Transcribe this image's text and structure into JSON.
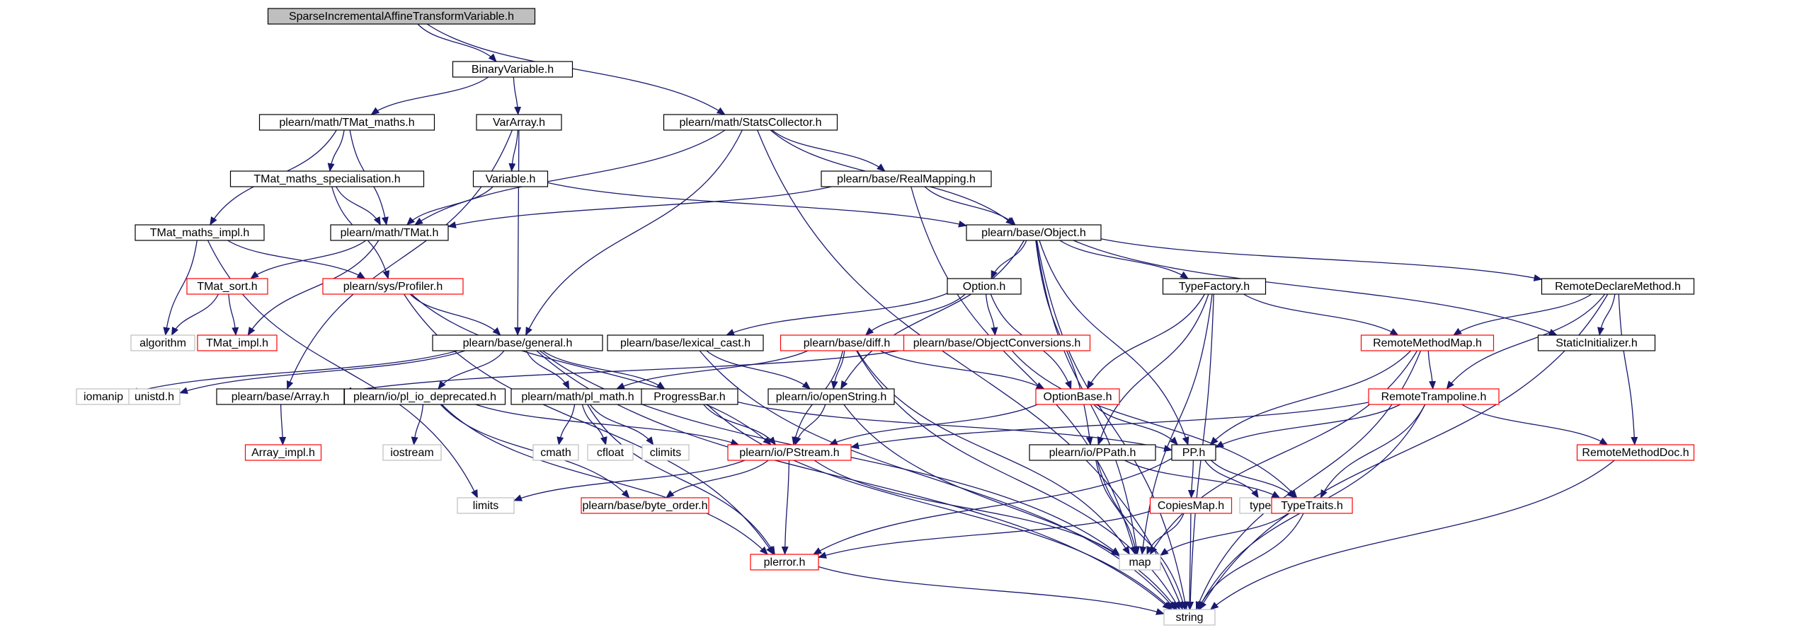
{
  "colors": {
    "edge": "#191970",
    "box_black": "#000000",
    "box_red": "#ff0000",
    "box_gray": "#bfbfbf",
    "root_fill": "#bfbfbf",
    "text": "#000000"
  },
  "nodes": [
    {
      "id": "root",
      "label": "SparseIncrementalAffineTransformVariable.h",
      "style": "root"
    },
    {
      "id": "binaryvariable",
      "label": "BinaryVariable.h",
      "style": "black"
    },
    {
      "id": "tmat_maths",
      "label": "plearn/math/TMat_maths.h",
      "style": "black"
    },
    {
      "id": "vararray",
      "label": "VarArray.h",
      "style": "black"
    },
    {
      "id": "statscollector",
      "label": "plearn/math/StatsCollector.h",
      "style": "black"
    },
    {
      "id": "tmat_maths_spec",
      "label": "TMat_maths_specialisation.h",
      "style": "black"
    },
    {
      "id": "variable",
      "label": "Variable.h",
      "style": "black"
    },
    {
      "id": "realmapping",
      "label": "plearn/base/RealMapping.h",
      "style": "black"
    },
    {
      "id": "tmat_maths_impl",
      "label": "TMat_maths_impl.h",
      "style": "black"
    },
    {
      "id": "tmat",
      "label": "plearn/math/TMat.h",
      "style": "black"
    },
    {
      "id": "object",
      "label": "plearn/base/Object.h",
      "style": "black"
    },
    {
      "id": "tmat_sort",
      "label": "TMat_sort.h",
      "style": "red"
    },
    {
      "id": "profiler",
      "label": "plearn/sys/Profiler.h",
      "style": "red"
    },
    {
      "id": "option",
      "label": "Option.h",
      "style": "black"
    },
    {
      "id": "typefactory",
      "label": "TypeFactory.h",
      "style": "black"
    },
    {
      "id": "remotedeclaremethod",
      "label": "RemoteDeclareMethod.h",
      "style": "black"
    },
    {
      "id": "algorithm",
      "label": "algorithm",
      "style": "gray"
    },
    {
      "id": "tmat_impl",
      "label": "TMat_impl.h",
      "style": "red"
    },
    {
      "id": "general",
      "label": "plearn/base/general.h",
      "style": "black"
    },
    {
      "id": "lexical_cast",
      "label": "plearn/base/lexical_cast.h",
      "style": "black"
    },
    {
      "id": "diff",
      "label": "plearn/base/diff.h",
      "style": "red"
    },
    {
      "id": "objectconversions",
      "label": "plearn/base/ObjectConversions.h",
      "style": "red"
    },
    {
      "id": "remotemethodmap",
      "label": "RemoteMethodMap.h",
      "style": "red"
    },
    {
      "id": "staticinitializer",
      "label": "StaticInitializer.h",
      "style": "black"
    },
    {
      "id": "iomanip",
      "label": "iomanip",
      "style": "gray"
    },
    {
      "id": "unistd",
      "label": "unistd.h",
      "style": "gray"
    },
    {
      "id": "array",
      "label": "plearn/base/Array.h",
      "style": "black"
    },
    {
      "id": "pl_io_deprecated",
      "label": "plearn/io/pl_io_deprecated.h",
      "style": "black"
    },
    {
      "id": "pl_math",
      "label": "plearn/math/pl_math.h",
      "style": "black"
    },
    {
      "id": "progressbar",
      "label": "ProgressBar.h",
      "style": "black"
    },
    {
      "id": "openstring",
      "label": "plearn/io/openString.h",
      "style": "black"
    },
    {
      "id": "optionbase",
      "label": "OptionBase.h",
      "style": "red"
    },
    {
      "id": "remotetrampoline",
      "label": "RemoteTrampoline.h",
      "style": "red"
    },
    {
      "id": "array_impl",
      "label": "Array_impl.h",
      "style": "red"
    },
    {
      "id": "iostream",
      "label": "iostream",
      "style": "gray"
    },
    {
      "id": "cmath",
      "label": "cmath",
      "style": "gray"
    },
    {
      "id": "cfloat",
      "label": "cfloat",
      "style": "gray"
    },
    {
      "id": "climits",
      "label": "climits",
      "style": "gray"
    },
    {
      "id": "pstream",
      "label": "plearn/io/PStream.h",
      "style": "red"
    },
    {
      "id": "ppath",
      "label": "plearn/io/PPath.h",
      "style": "black"
    },
    {
      "id": "pp",
      "label": "PP.h",
      "style": "black"
    },
    {
      "id": "remotemethoddoc",
      "label": "RemoteMethodDoc.h",
      "style": "red"
    },
    {
      "id": "limits",
      "label": "limits",
      "style": "gray"
    },
    {
      "id": "byte_order",
      "label": "plearn/base/byte_order.h",
      "style": "red"
    },
    {
      "id": "copiesmap",
      "label": "CopiesMap.h",
      "style": "red"
    },
    {
      "id": "typeinfo",
      "label": "typeinfo",
      "style": "gray"
    },
    {
      "id": "typetraits",
      "label": "TypeTraits.h",
      "style": "red"
    },
    {
      "id": "plerror",
      "label": "plerror.h",
      "style": "red"
    },
    {
      "id": "map",
      "label": "map",
      "style": "gray"
    },
    {
      "id": "string",
      "label": "string",
      "style": "gray"
    }
  ],
  "edges": [
    [
      "root",
      "binaryvariable"
    ],
    [
      "root",
      "statscollector"
    ],
    [
      "binaryvariable",
      "tmat_maths"
    ],
    [
      "binaryvariable",
      "vararray"
    ],
    [
      "tmat_maths",
      "tmat_maths_impl"
    ],
    [
      "tmat_maths",
      "tmat_maths_spec"
    ],
    [
      "tmat_maths",
      "tmat"
    ],
    [
      "vararray",
      "variable"
    ],
    [
      "vararray",
      "general"
    ],
    [
      "vararray",
      "array"
    ],
    [
      "statscollector",
      "tmat"
    ],
    [
      "statscollector",
      "realmapping"
    ],
    [
      "statscollector",
      "object"
    ],
    [
      "statscollector",
      "general"
    ],
    [
      "statscollector",
      "string"
    ],
    [
      "tmat_maths_spec",
      "tmat"
    ],
    [
      "tmat_maths_spec",
      "profiler"
    ],
    [
      "variable",
      "tmat"
    ],
    [
      "variable",
      "object"
    ],
    [
      "realmapping",
      "tmat"
    ],
    [
      "realmapping",
      "object"
    ],
    [
      "realmapping",
      "map"
    ],
    [
      "tmat_maths_impl",
      "algorithm"
    ],
    [
      "tmat_maths_impl",
      "profiler"
    ],
    [
      "tmat_maths_impl",
      "limits"
    ],
    [
      "tmat",
      "tmat_sort"
    ],
    [
      "tmat",
      "tmat_impl"
    ],
    [
      "tmat_sort",
      "algorithm"
    ],
    [
      "tmat_sort",
      "tmat_impl"
    ],
    [
      "object",
      "option"
    ],
    [
      "object",
      "typefactory"
    ],
    [
      "object",
      "remotedeclaremethod"
    ],
    [
      "object",
      "staticinitializer"
    ],
    [
      "object",
      "openstring"
    ],
    [
      "object",
      "ppath"
    ],
    [
      "object",
      "pp"
    ],
    [
      "object",
      "map"
    ],
    [
      "object",
      "string"
    ],
    [
      "profiler",
      "general"
    ],
    [
      "profiler",
      "pstream"
    ],
    [
      "profiler",
      "plerror"
    ],
    [
      "option",
      "lexical_cast"
    ],
    [
      "option",
      "diff"
    ],
    [
      "option",
      "objectconversions"
    ],
    [
      "option",
      "optionbase"
    ],
    [
      "typefactory",
      "optionbase"
    ],
    [
      "typefactory",
      "remotemethodmap"
    ],
    [
      "typefactory",
      "ppath"
    ],
    [
      "typefactory",
      "map"
    ],
    [
      "typefactory",
      "string"
    ],
    [
      "remotedeclaremethod",
      "remotemethodmap"
    ],
    [
      "remotedeclaremethod",
      "staticinitializer"
    ],
    [
      "remotedeclaremethod",
      "remotetrampoline"
    ],
    [
      "remotedeclaremethod",
      "remotemethoddoc"
    ],
    [
      "remotedeclaremethod",
      "string"
    ],
    [
      "general",
      "iomanip"
    ],
    [
      "general",
      "unistd"
    ],
    [
      "general",
      "pl_io_deprecated"
    ],
    [
      "general",
      "pl_math"
    ],
    [
      "general",
      "progressbar"
    ],
    [
      "general",
      "map"
    ],
    [
      "general",
      "string"
    ],
    [
      "lexical_cast",
      "openstring"
    ],
    [
      "lexical_cast",
      "string"
    ],
    [
      "diff",
      "pl_math"
    ],
    [
      "diff",
      "openstring"
    ],
    [
      "diff",
      "optionbase"
    ],
    [
      "diff",
      "pstream"
    ],
    [
      "diff",
      "map"
    ],
    [
      "diff",
      "string"
    ],
    [
      "objectconversions",
      "array"
    ],
    [
      "objectconversions",
      "typetraits"
    ],
    [
      "remotemethodmap",
      "remotetrampoline"
    ],
    [
      "remotemethodmap",
      "pp"
    ],
    [
      "remotemethodmap",
      "map"
    ],
    [
      "remotemethodmap",
      "string"
    ],
    [
      "array",
      "array_impl"
    ],
    [
      "pl_io_deprecated",
      "iostream"
    ],
    [
      "pl_io_deprecated",
      "pstream"
    ],
    [
      "pl_io_deprecated",
      "byte_order"
    ],
    [
      "pl_io_deprecated",
      "plerror"
    ],
    [
      "pl_math",
      "cmath"
    ],
    [
      "pl_math",
      "cfloat"
    ],
    [
      "pl_math",
      "climits"
    ],
    [
      "pl_math",
      "plerror"
    ],
    [
      "progressbar",
      "pstream"
    ],
    [
      "progressbar",
      "pp"
    ],
    [
      "progressbar",
      "string"
    ],
    [
      "openstring",
      "pstream"
    ],
    [
      "openstring",
      "string"
    ],
    [
      "optionbase",
      "pstream"
    ],
    [
      "optionbase",
      "pp"
    ],
    [
      "remotetrampoline",
      "pstream"
    ],
    [
      "remotetrampoline",
      "pp"
    ],
    [
      "remotetrampoline",
      "typetraits"
    ],
    [
      "remotetrampoline",
      "remotemethoddoc"
    ],
    [
      "remotetrampoline",
      "string"
    ],
    [
      "pstream",
      "limits"
    ],
    [
      "pstream",
      "byte_order"
    ],
    [
      "pstream",
      "plerror"
    ],
    [
      "pstream",
      "map"
    ],
    [
      "ppath",
      "typetraits"
    ],
    [
      "ppath",
      "map"
    ],
    [
      "ppath",
      "string"
    ],
    [
      "pp",
      "copiesmap"
    ],
    [
      "pp",
      "typeinfo"
    ],
    [
      "pp",
      "typetraits"
    ],
    [
      "pp",
      "plerror"
    ],
    [
      "copiesmap",
      "plerror"
    ],
    [
      "copiesmap",
      "map"
    ],
    [
      "copiesmap",
      "string"
    ],
    [
      "typetraits",
      "map"
    ],
    [
      "typetraits",
      "string"
    ],
    [
      "remotemethoddoc",
      "string"
    ],
    [
      "plerror",
      "string"
    ]
  ]
}
